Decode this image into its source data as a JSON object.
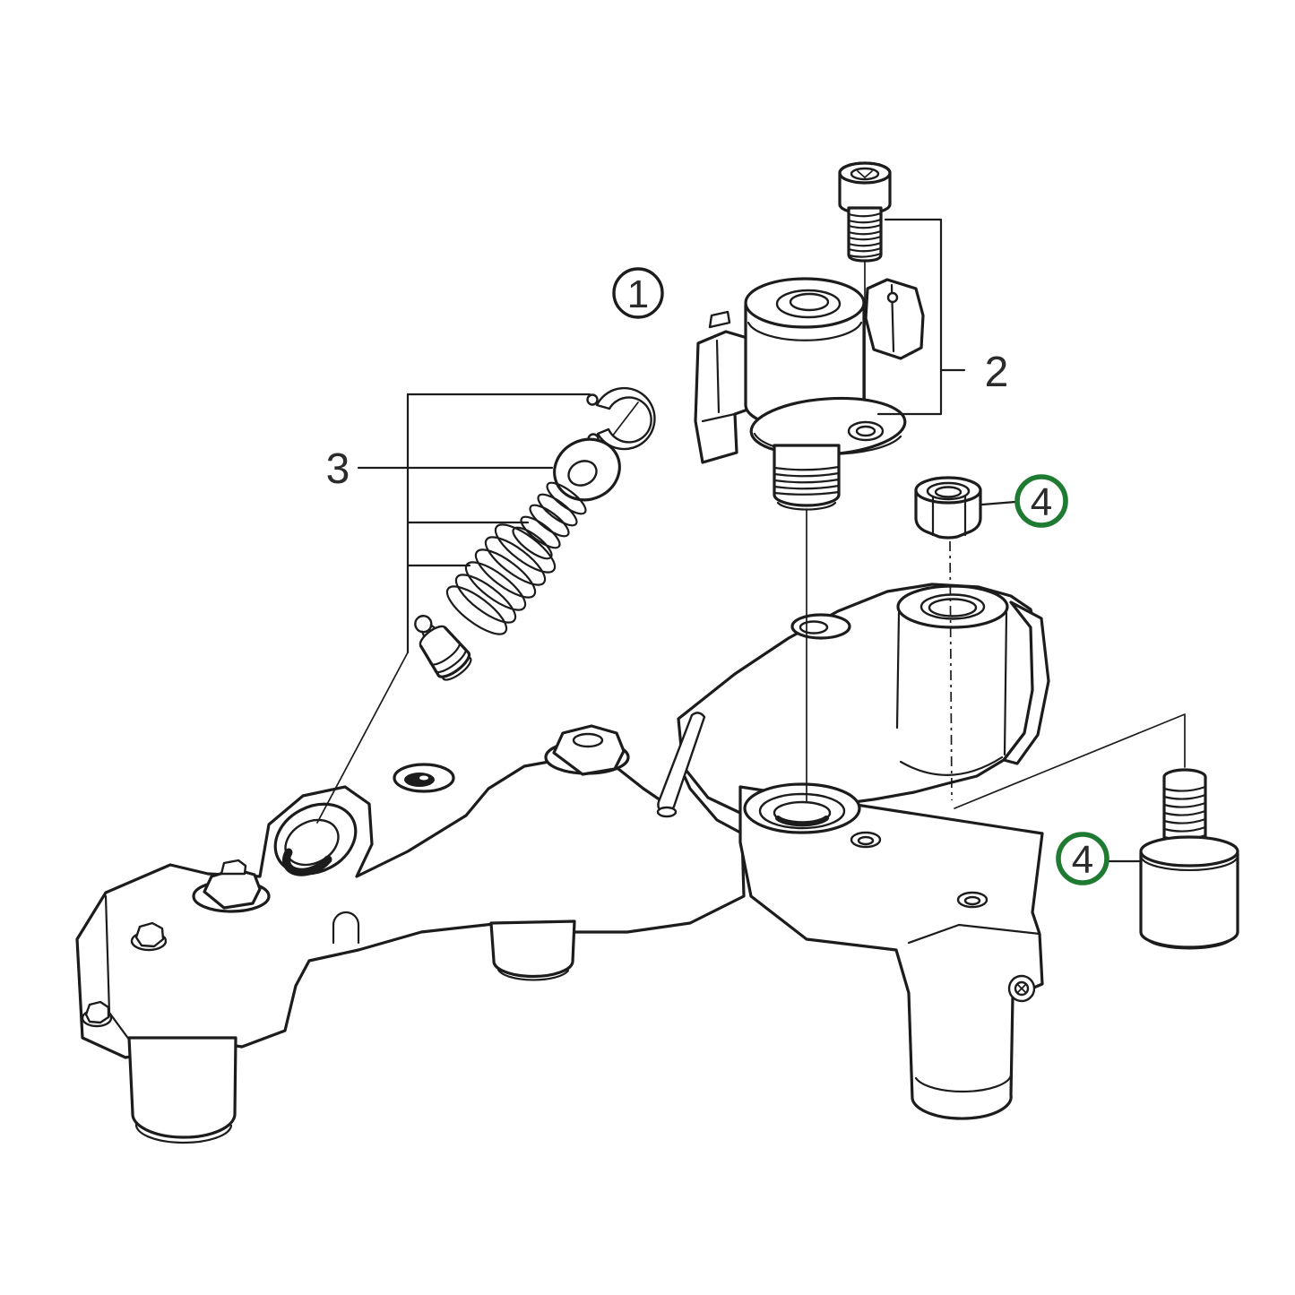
{
  "figure": {
    "kind": "exploded-parts-diagram",
    "background_color": "#ffffff",
    "line_color": "#1c1c1c",
    "highlight_color": "#1e7b31",
    "number_color": "#2b2b2b"
  },
  "callouts": {
    "c1": {
      "label": "1",
      "style": "outlined-circle",
      "highlighted": false
    },
    "c2": {
      "label": "2",
      "style": "plain-text",
      "highlighted": false
    },
    "c3": {
      "label": "3",
      "style": "plain-text",
      "highlighted": false
    },
    "c4a": {
      "label": "4",
      "style": "green-circle",
      "highlighted": true
    },
    "c4b": {
      "label": "4",
      "style": "green-circle",
      "highlighted": true
    }
  },
  "parts": [
    {
      "name": "valve-housing-manifold",
      "callout": "1"
    },
    {
      "name": "socket-head-cap-screw",
      "callout": "2"
    },
    {
      "name": "solenoid-valve-assembly",
      "callout": "2"
    },
    {
      "name": "retaining-snap-ring",
      "callout": "3"
    },
    {
      "name": "flat-washer",
      "callout": "3"
    },
    {
      "name": "inner-coil-spring",
      "callout": "3"
    },
    {
      "name": "outer-coil-spring",
      "callout": "3"
    },
    {
      "name": "valve-poppet",
      "callout": "3"
    },
    {
      "name": "hex-nut",
      "callout": "4"
    },
    {
      "name": "threaded-stud-with-spacer",
      "callout": "4"
    }
  ]
}
